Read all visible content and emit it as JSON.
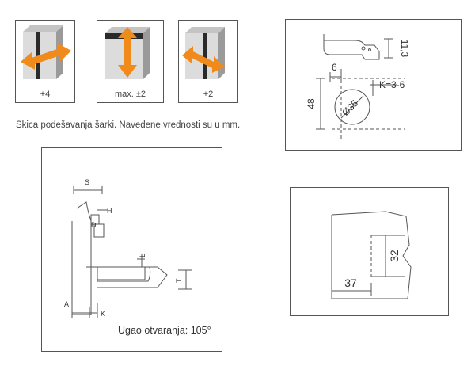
{
  "adjustments": [
    {
      "label": "+4"
    },
    {
      "label": "max. ±2"
    },
    {
      "label": "+2"
    }
  ],
  "caption": "Skica podešavanja šarki. Navedene vrednosti su u mm.",
  "cup_drawing": {
    "dim_height": "11,3",
    "dim_offset": "6",
    "dim_k": "K=3-6",
    "dim_diameter": "Ø35",
    "dim_spacing": "48"
  },
  "section_drawing": {
    "label_s": "S",
    "label_h": "H",
    "label_d": "D",
    "label_l": "L",
    "label_t": "T",
    "label_a": "A",
    "label_k": "K",
    "opening_angle": "Ugao otvaranja: 105°"
  },
  "plate_drawing": {
    "dim_vertical": "32",
    "dim_horizontal": "37"
  },
  "colors": {
    "arrow": "#f08a1a",
    "cabinet_light": "#d8d8d8",
    "cabinet_dark": "#9a9a9a",
    "line": "#555555"
  }
}
